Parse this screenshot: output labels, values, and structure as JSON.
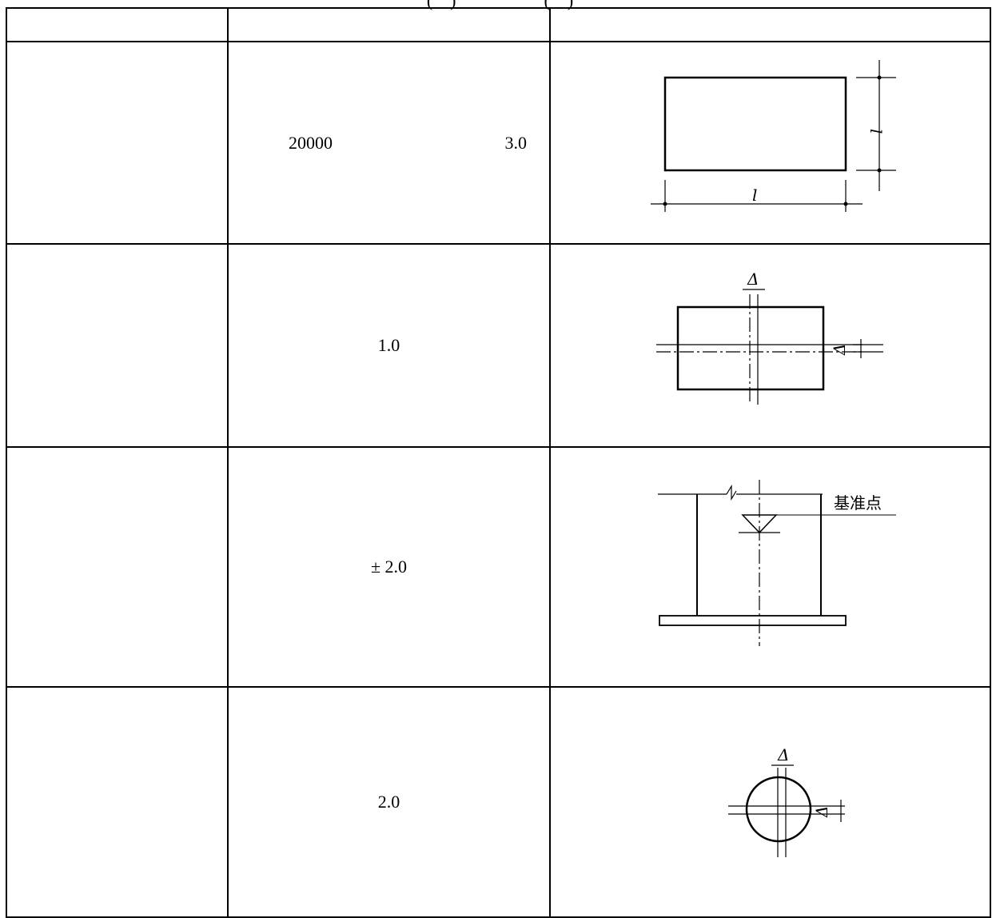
{
  "caption": "(    )                    (    )",
  "rows": [
    {
      "col1": "",
      "col2": "",
      "col3": ""
    },
    {
      "col1": "",
      "col2_a": "20000",
      "col2_b": "3.0",
      "figure": {
        "dim_h": "l",
        "dim_v": "l"
      }
    },
    {
      "col1": "",
      "col2": "1.0",
      "figure": {
        "delta_top": "Δ",
        "delta_right": "Δ"
      }
    },
    {
      "col1": "",
      "col2": "± 2.0",
      "figure": {
        "reference_label": "基准点"
      }
    },
    {
      "col1": "",
      "col2": "2.0",
      "figure": {
        "delta_top": "Δ",
        "delta_right": "Δ"
      }
    }
  ]
}
